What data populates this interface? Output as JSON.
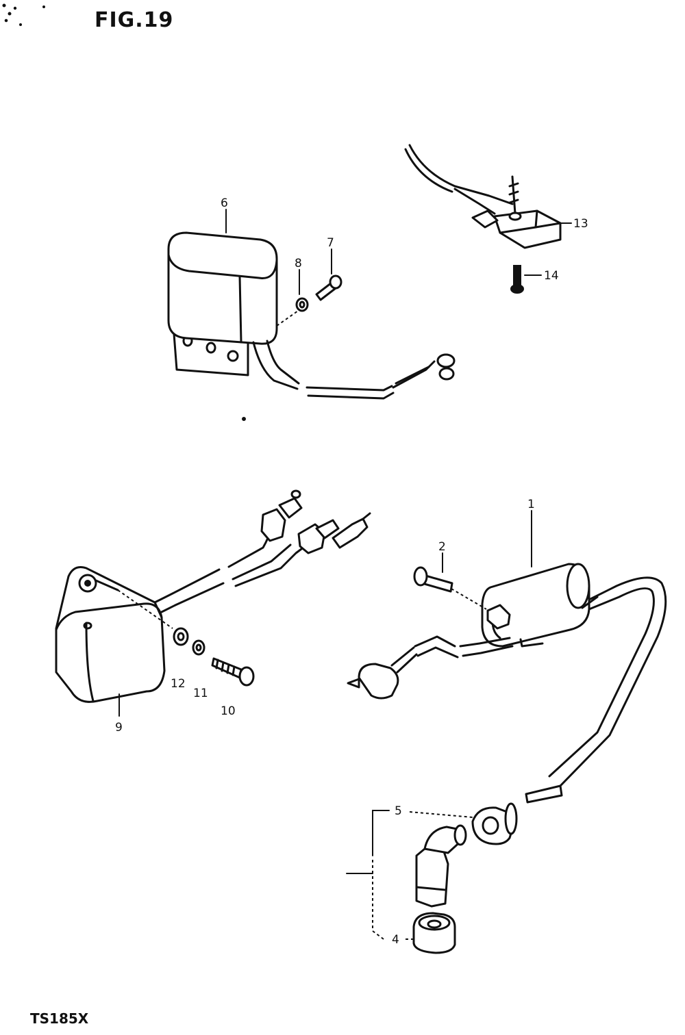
{
  "title": "FIG.19",
  "model": "TS185X",
  "callouts": {
    "c1": "1",
    "c2": "2",
    "c4": "4",
    "c5": "5",
    "c6": "6",
    "c7": "7",
    "c8": "8",
    "c9": "9",
    "c10": "10",
    "c11": "11",
    "c12": "12",
    "c13": "13",
    "c14": "14"
  }
}
